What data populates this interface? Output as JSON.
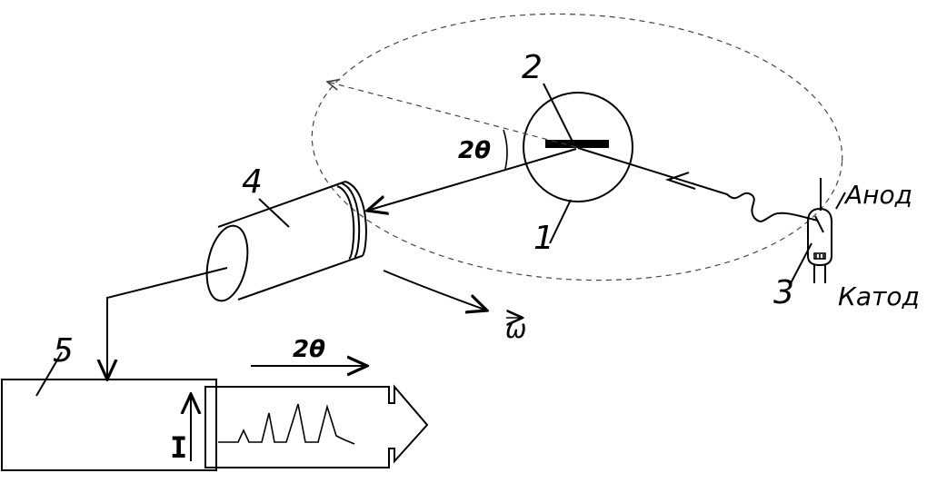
{
  "labels": {
    "goniometer": "1",
    "sample": "2",
    "tube": "3",
    "counter": "4",
    "recorder": "5",
    "anode": "Анод",
    "cathode": "Катод",
    "angle_at_sample": "2θ",
    "angle_on_chart": "2θ",
    "omega": "ω",
    "intensity": "I"
  }
}
